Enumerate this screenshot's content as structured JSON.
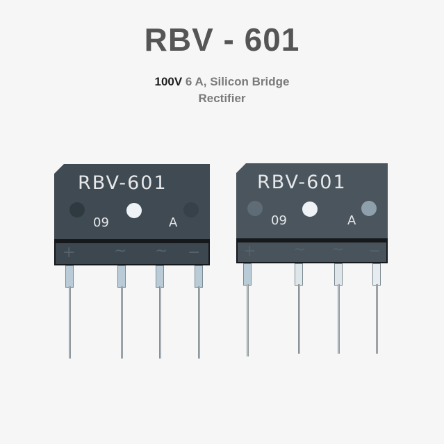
{
  "header": {
    "title": "RBV - 601",
    "subtitle_voltage": "100V",
    "subtitle_rest_line1": "6 A, Silicon Bridge",
    "subtitle_line2": "Rectifier"
  },
  "components": [
    {
      "marking": "RBV-601",
      "date_code": "09",
      "grade": "A",
      "pin_symbols": [
        "+",
        "~",
        "~",
        "−"
      ]
    },
    {
      "marking": "RBV-601",
      "date_code": "09",
      "grade": "A",
      "pin_symbols": [
        "+",
        "~",
        "~",
        "−"
      ]
    }
  ],
  "colors": {
    "background": "#f6f6f6",
    "title": "#555555",
    "subtitle": "#7a7a7a",
    "voltage": "#1e1e1e",
    "package": "#3f4a52"
  }
}
